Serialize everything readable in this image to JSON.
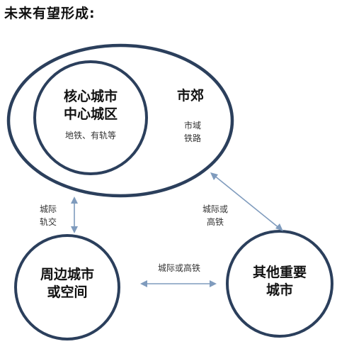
{
  "title": "未来有望形成:",
  "outer_ring": {
    "inner_title_lines": [
      "核心城市",
      "中心城区"
    ],
    "inner_note": "地铁、有轨等",
    "suburb_title": "市郊",
    "suburb_note_lines": [
      "市域",
      "铁路"
    ]
  },
  "left_node": {
    "title_lines": [
      "周边城市",
      "或空间"
    ]
  },
  "right_node": {
    "title_lines": [
      "其他重要",
      "城市"
    ]
  },
  "links": {
    "core_to_left": [
      "城际",
      "轨交"
    ],
    "core_to_right": [
      "城际或",
      "高铁"
    ],
    "left_to_right": "城际或高铁"
  },
  "colors": {
    "ring": "#2b3f5c",
    "arrow": "#7f9bbd"
  }
}
